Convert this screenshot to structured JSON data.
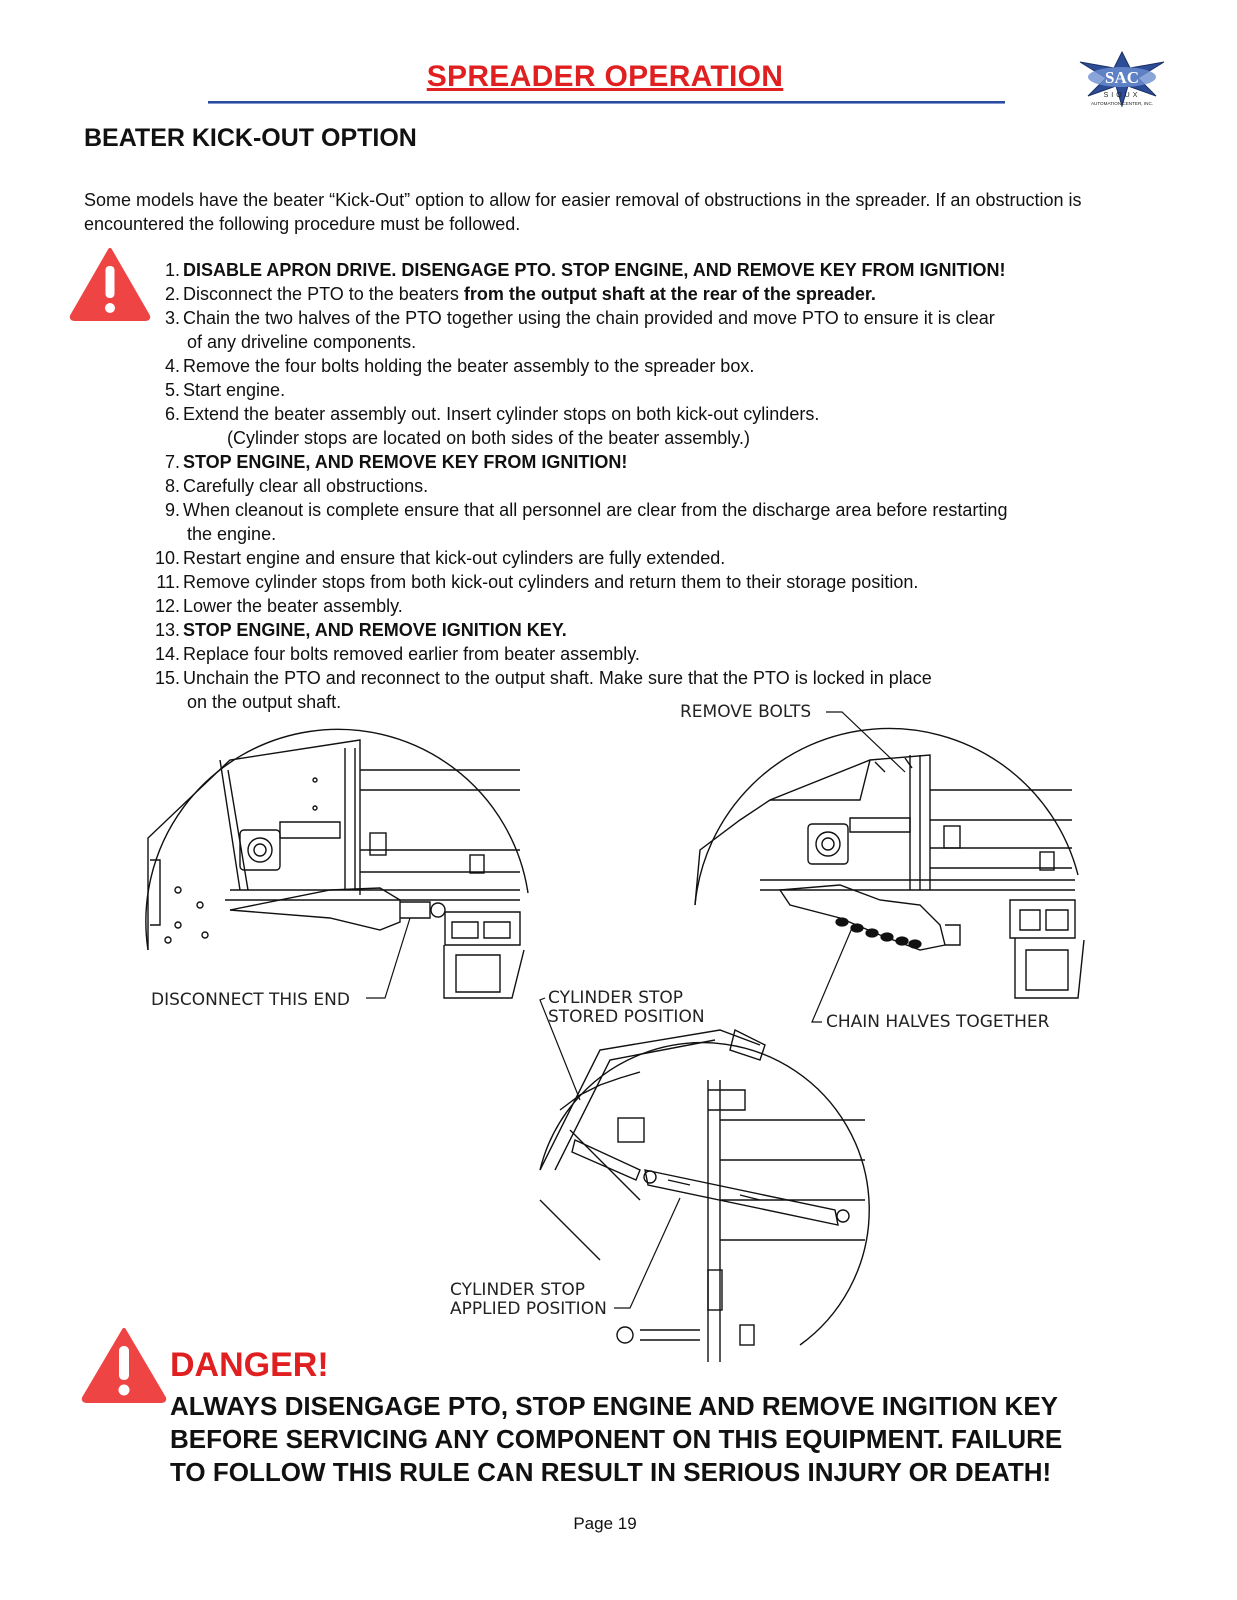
{
  "header": {
    "title": "SPREADER OPERATION",
    "logo_text": "SAC",
    "logo_subtext": "SIOUX",
    "logo_tagline": "AUTOMATION CENTER, INC."
  },
  "section": {
    "title": "BEATER KICK-OUT OPTION",
    "intro": "Some models have the beater “Kick-Out” option to allow for easier removal of obstructions in the spreader.  If an obstruction is encountered the following procedure must be followed."
  },
  "steps": [
    {
      "num": "1.",
      "bold": "DISABLE APRON DRIVE.  DISENGAGE PTO.  STOP ENGINE, AND REMOVE KEY FROM IGNITION!"
    },
    {
      "num": "2.",
      "text": "Disconnect the PTO to the beaters ",
      "bold": "from the output shaft at the rear of the spreader."
    },
    {
      "num": "3.",
      "text": "Chain the two halves of the PTO together using the chain provided and move PTO to ensure it is clear",
      "cont": "of any driveline components."
    },
    {
      "num": "4.",
      "text": "Remove the four bolts holding the beater assembly to the spreader box."
    },
    {
      "num": "5.",
      "text": "Start engine."
    },
    {
      "num": "6.",
      "text": "Extend the beater assembly out.  Insert cylinder stops on both kick-out cylinders.",
      "sub": "(Cylinder stops are located on both sides of the beater assembly.)"
    },
    {
      "num": "7.",
      "bold": "STOP ENGINE, AND REMOVE KEY FROM IGNITION!"
    },
    {
      "num": "8.",
      "text": "Carefully clear all obstructions."
    },
    {
      "num": "9.",
      "text": "When cleanout is complete ensure that all personnel are clear from the discharge area before restarting",
      "cont": "the engine."
    },
    {
      "num": "10.",
      "text": "Restart engine and ensure that kick-out cylinders are fully extended."
    },
    {
      "num": "11.",
      "text": "Remove cylinder stops from both kick-out cylinders and return them to their storage position."
    },
    {
      "num": "12.",
      "text": "Lower the beater assembly."
    },
    {
      "num": "13.",
      "bold": "STOP ENGINE, AND REMOVE IGNITION KEY."
    },
    {
      "num": "14.",
      "text": "Replace four bolts removed earlier from beater assembly."
    },
    {
      "num": "15.",
      "text": "Unchain the PTO and reconnect to the output shaft.  Make sure that the PTO is locked in place",
      "cont": "on the output shaft."
    }
  ],
  "figure_labels": {
    "remove_bolts": "REMOVE BOLTS",
    "disconnect_end": "DISCONNECT THIS END",
    "stop_stored_1": "CYLINDER STOP",
    "stop_stored_2": "STORED POSITION",
    "chain_halves": "CHAIN HALVES TOGETHER",
    "stop_applied_1": "CYLINDER STOP",
    "stop_applied_2": "APPLIED POSITION"
  },
  "danger": {
    "title": "DANGER!",
    "lines": [
      "ALWAYS DISENGAGE PTO, STOP ENGINE AND REMOVE INGITION KEY",
      "BEFORE SERVICING ANY COMPONENT ON THIS EQUIPMENT.  FAILURE",
      "TO FOLLOW THIS RULE CAN RESULT IN SERIOUS INJURY OR DEATH!"
    ]
  },
  "footer": {
    "page": "Page 19"
  },
  "colors": {
    "red": "#e02020",
    "warning_red": "#ee4444",
    "rule_blue": "#2b4a9c"
  }
}
